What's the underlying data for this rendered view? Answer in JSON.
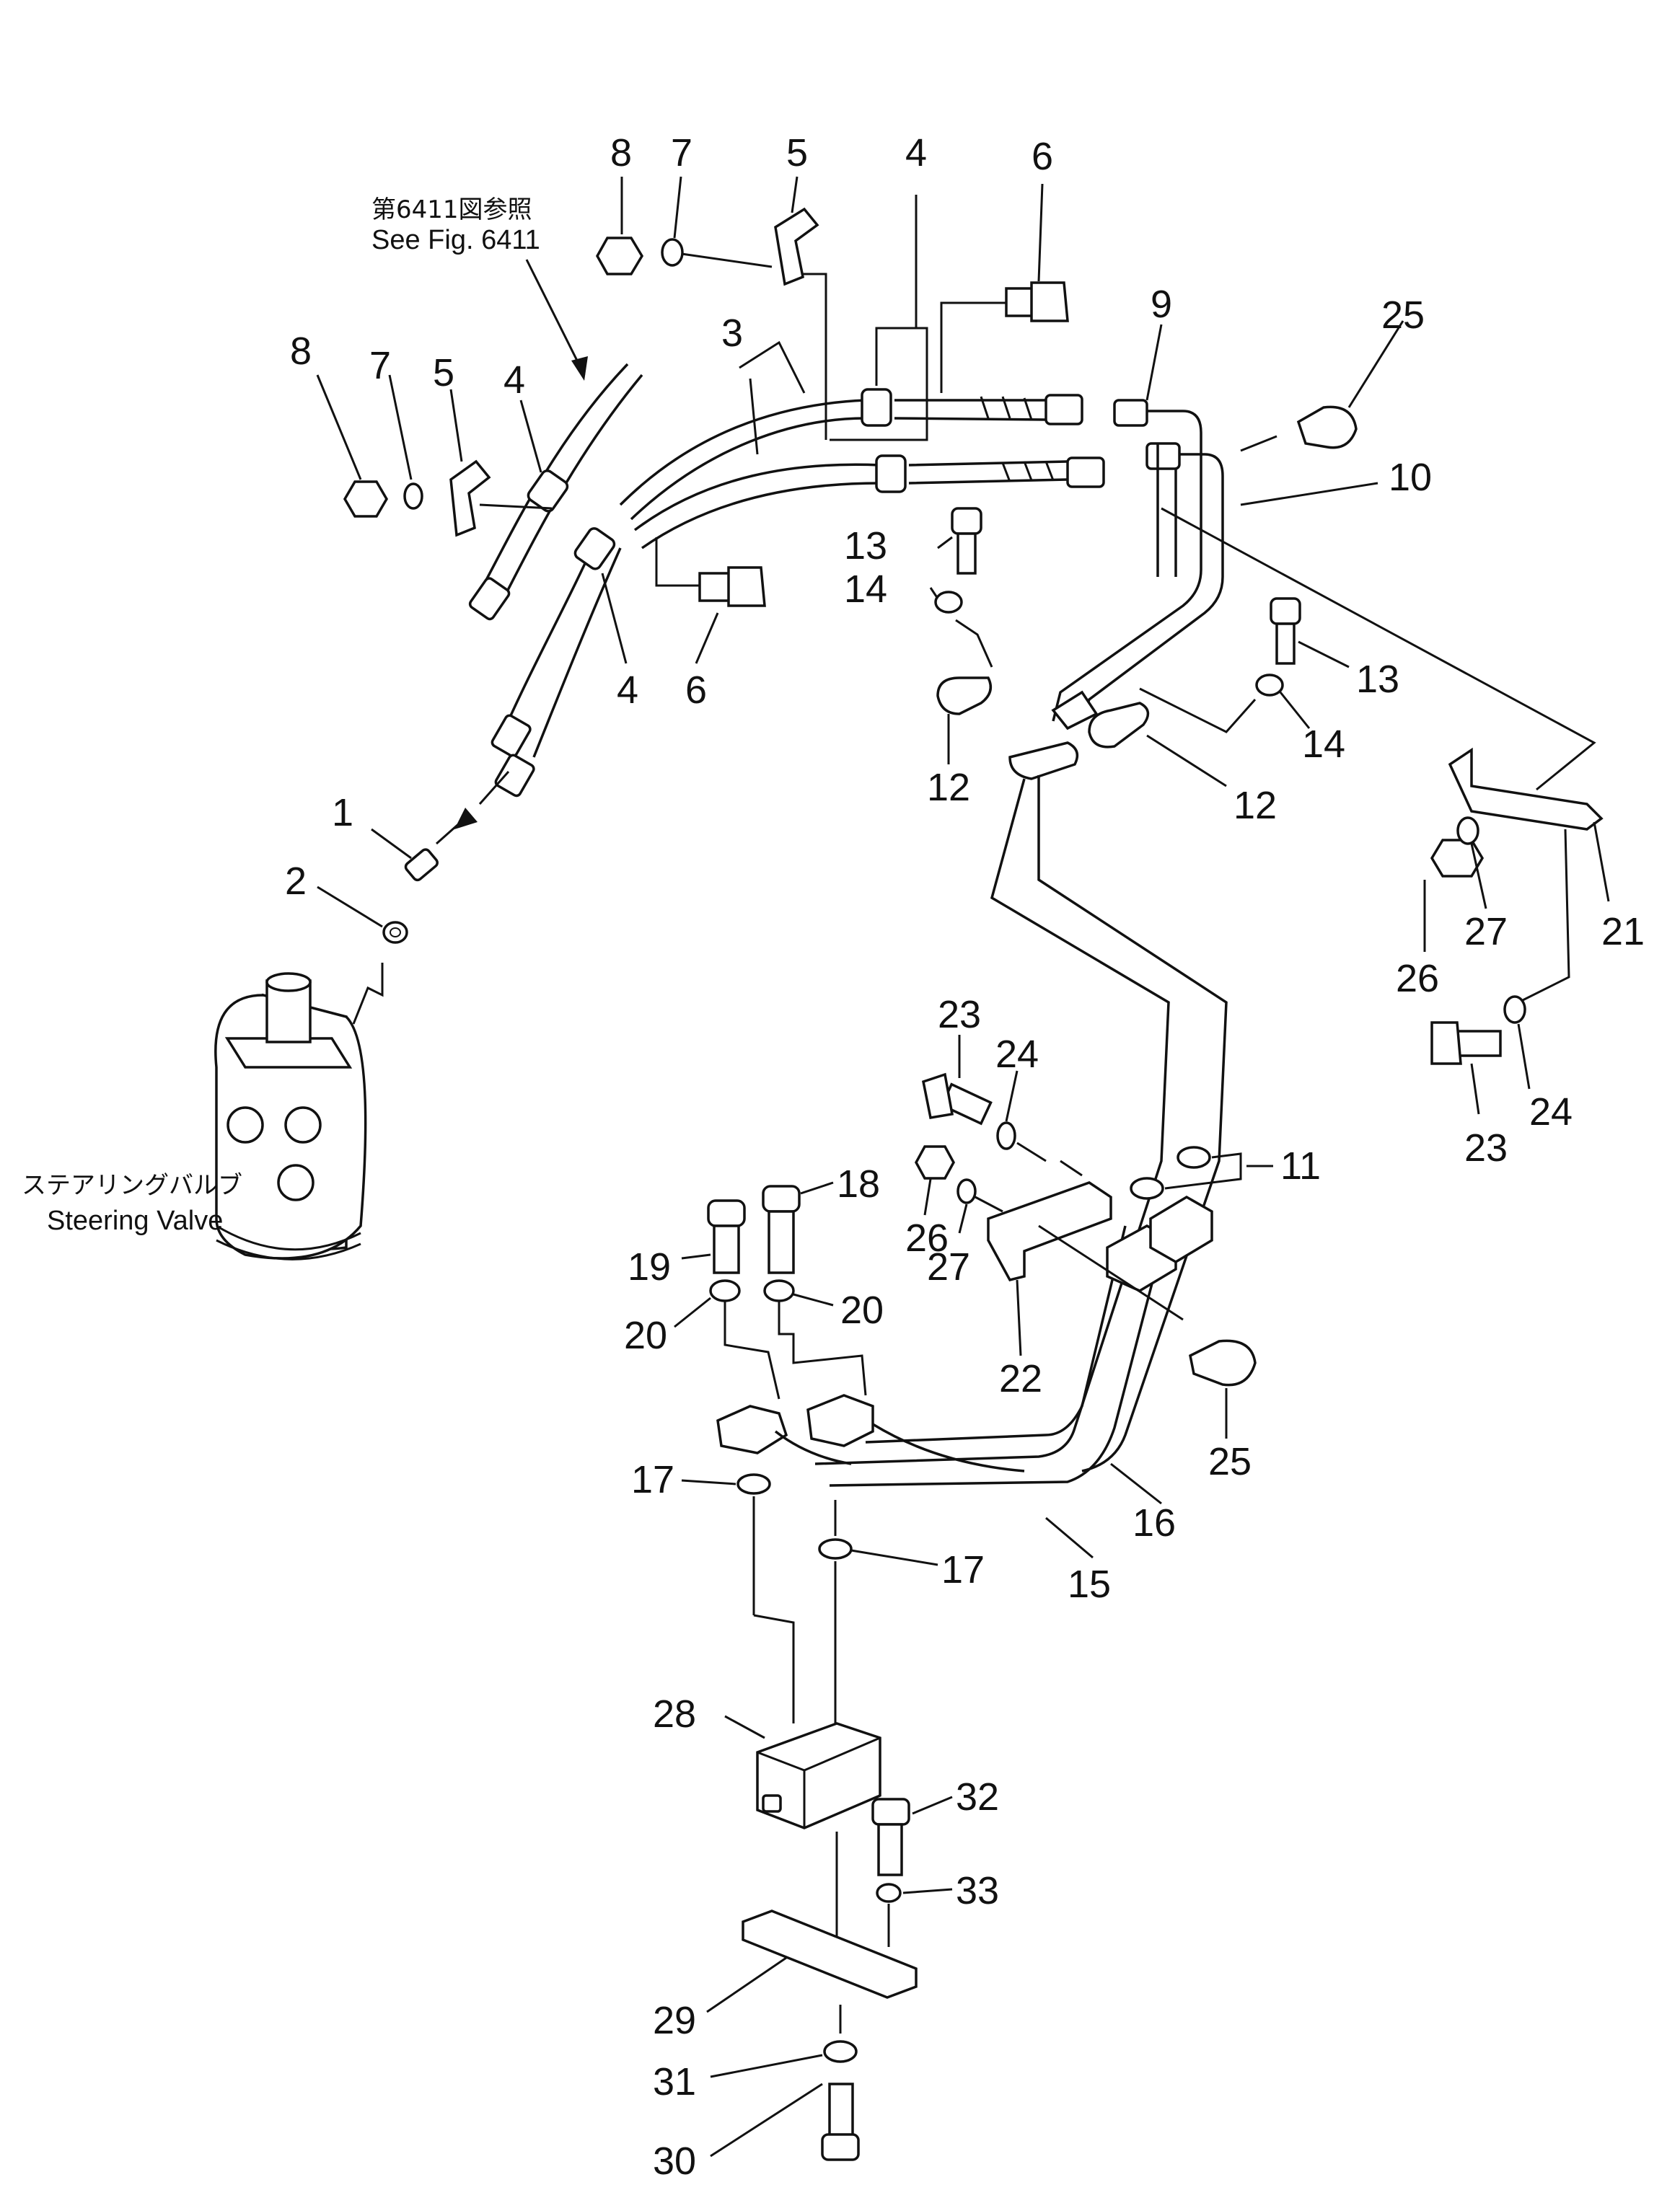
{
  "reference_note": {
    "jp": "第6411図参照",
    "en": "See Fig. 6411"
  },
  "steering_valve": {
    "jp": "ステアリングバルブ",
    "en": "Steering Valve"
  },
  "part_labels": {
    "p1": "1",
    "p2": "2",
    "p3": "3",
    "p4a": "4",
    "p4b": "4",
    "p4c": "4",
    "p5a": "5",
    "p5b": "5",
    "p6a": "6",
    "p6b": "6",
    "p7a": "7",
    "p7b": "7",
    "p8a": "8",
    "p8b": "8",
    "p9": "9",
    "p10": "10",
    "p11": "11",
    "p12a": "12",
    "p12b": "12",
    "p13a": "13",
    "p13b": "13",
    "p14a": "14",
    "p14b": "14",
    "p15": "15",
    "p16": "16",
    "p17a": "17",
    "p17b": "17",
    "p18": "18",
    "p19": "19",
    "p20a": "20",
    "p20b": "20",
    "p21": "21",
    "p22": "22",
    "p23a": "23",
    "p23b": "23",
    "p24a": "24",
    "p24b": "24",
    "p25a": "25",
    "p25b": "25",
    "p26a": "26",
    "p26b": "26",
    "p27a": "27",
    "p27b": "27",
    "p28": "28",
    "p29": "29",
    "p30": "30",
    "p31": "31",
    "p32": "32",
    "p33": "33"
  }
}
